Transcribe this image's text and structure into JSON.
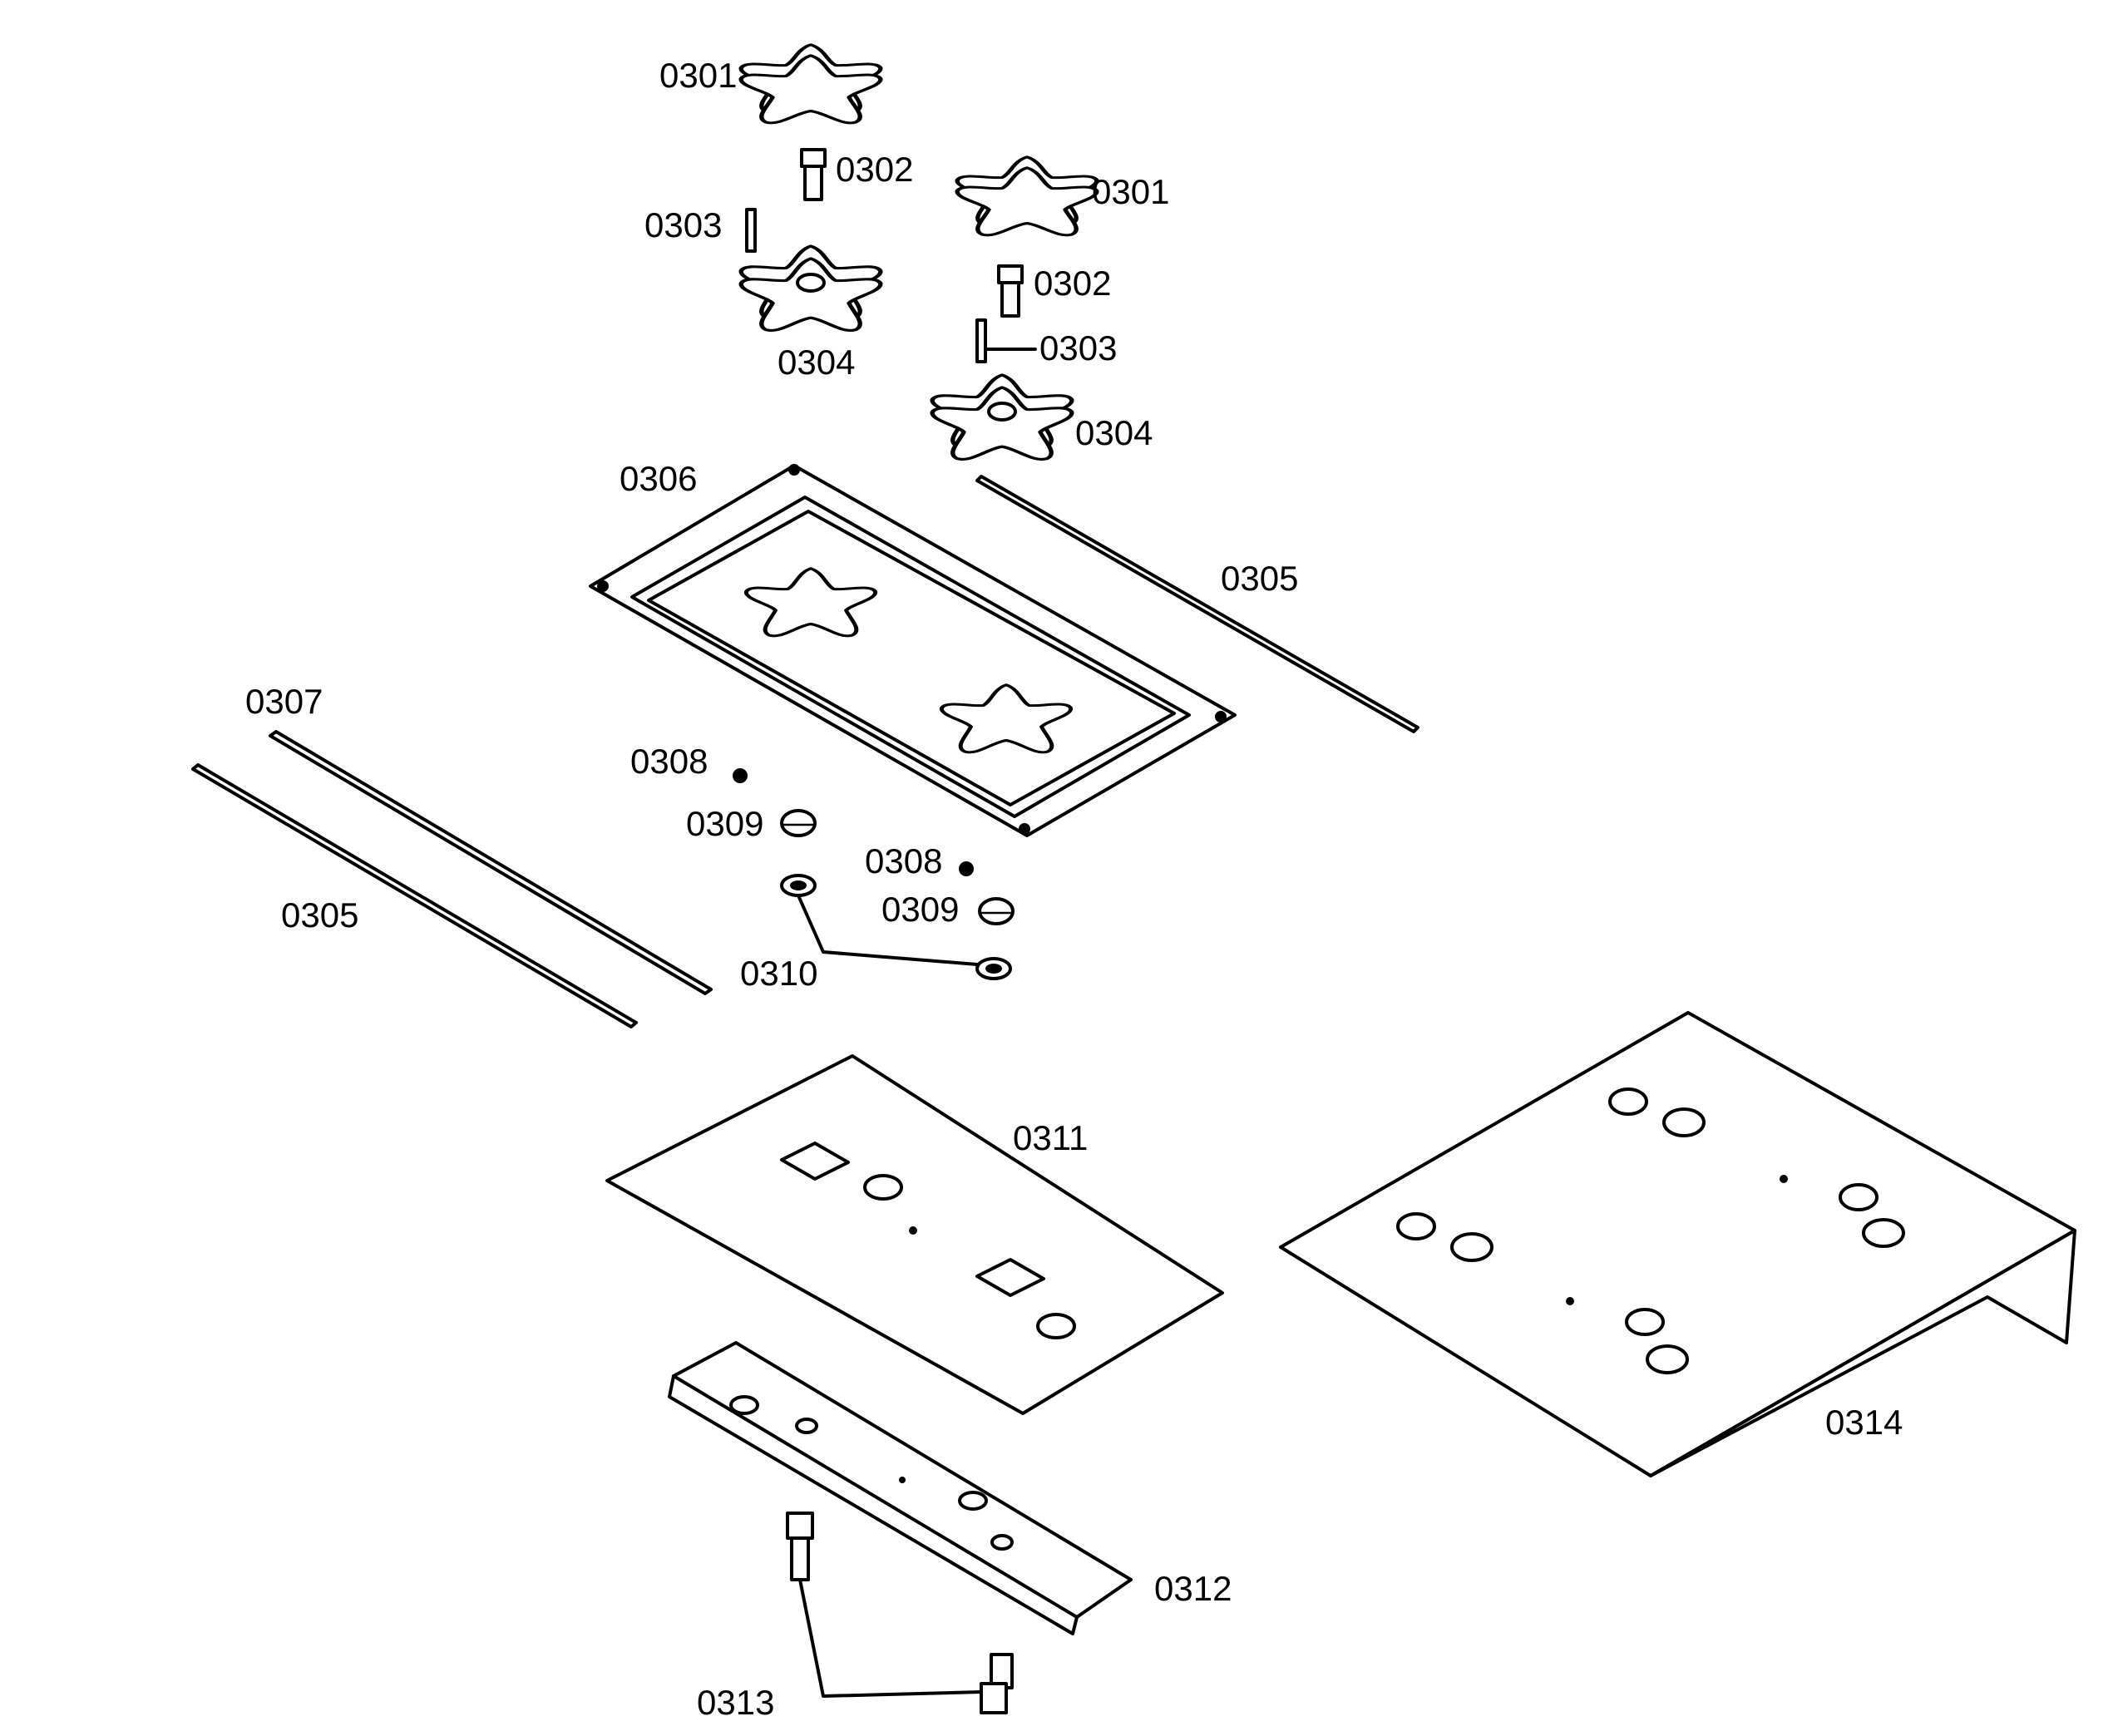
{
  "labels": {
    "p0301a": "0301",
    "p0301b": "0301",
    "p0302a": "0302",
    "p0302b": "0302",
    "p0303a": "0303",
    "p0303b": "0303",
    "p0304a": "0304",
    "p0304b": "0304",
    "p0305a": "0305",
    "p0305b": "0305",
    "p0306": "0306",
    "p0307": "0307",
    "p0308a": "0308",
    "p0308b": "0308",
    "p0309a": "0309",
    "p0309b": "0309",
    "p0310": "0310",
    "p0311": "0311",
    "p0312": "0312",
    "p0313": "0313",
    "p0314": "0314"
  }
}
